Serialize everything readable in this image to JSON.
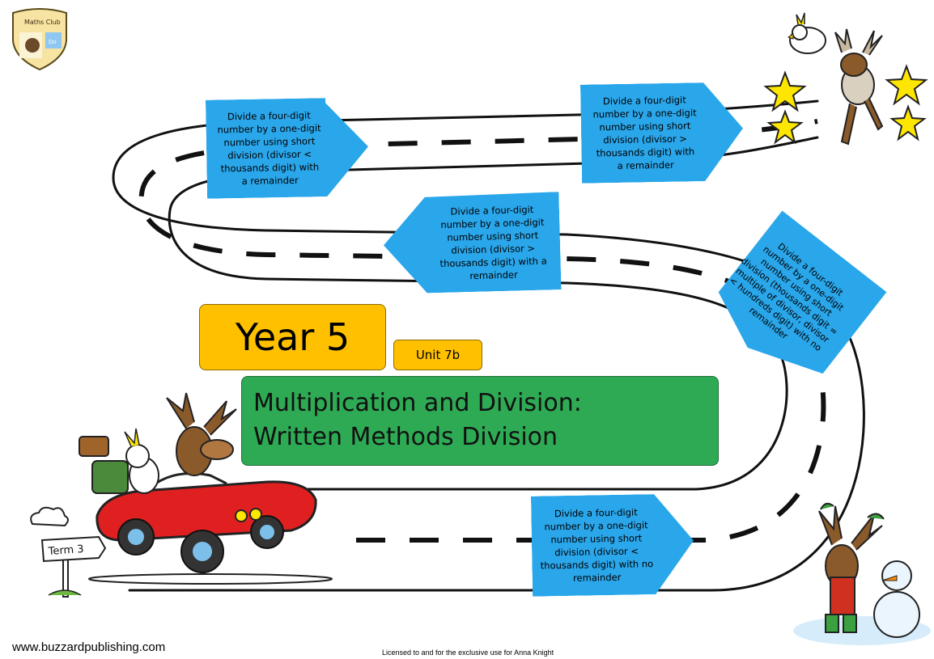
{
  "logo": {
    "text_top": "Maths Club",
    "text_badge": "Do"
  },
  "signs": [
    {
      "id": "sign-1",
      "lines": [
        "Divide a four-digit",
        "number by a one-digit",
        "number using short",
        "division (divisor <",
        "thousands digit) with",
        "a remainder"
      ]
    },
    {
      "id": "sign-2",
      "lines": [
        "Divide a four-digit",
        "number by a one-digit",
        "number using short",
        "division (divisor >",
        "thousands digit) with",
        "a remainder"
      ]
    },
    {
      "id": "sign-3",
      "lines": [
        "Divide a four-digit",
        "number by a one-digit",
        "number using short",
        "division (divisor >",
        "thousands digit) with a",
        "remainder"
      ]
    },
    {
      "id": "sign-4",
      "lines": [
        "Divide a four-digit",
        "number by a one-digit",
        "number using short",
        "division (thousands digit =",
        "multiple of divisor, divisor",
        "< hundreds digit) with no",
        "remainder"
      ]
    },
    {
      "id": "sign-5",
      "lines": [
        "Divide a four-digit",
        "number by a one-digit",
        "number using short",
        "division (divisor <",
        "thousands digit) with no",
        "remainder"
      ]
    }
  ],
  "year_label": "Year 5",
  "unit_label": "Unit 7b",
  "title_lines": [
    "Multiplication and Division:",
    "Written Methods Division"
  ],
  "signpost_label": "Term 3",
  "footer": {
    "url": "www.buzzardpublishing.com",
    "license": "Licensed to and for the exclusive use for Anna Knight"
  },
  "colors": {
    "sign_blue": "#2aa6ea",
    "year_yellow": "#ffc000",
    "title_green": "#2eaa55",
    "car_red": "#e02020",
    "star_yellow": "#ffe600"
  }
}
